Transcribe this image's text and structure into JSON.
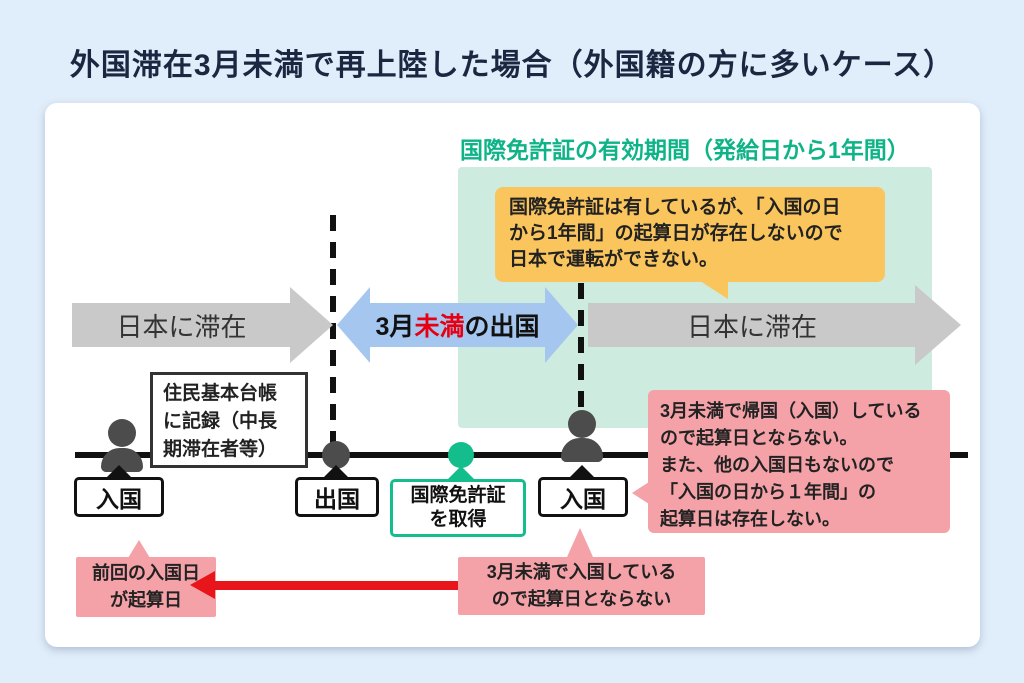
{
  "title": "外国滞在3月未満で再上陸した場合（外国籍の方に多いケース）",
  "validity_period_label": "国際免許証の有効期間（発給日から1年間）",
  "orange_callout": {
    "lines": [
      "国際免許証は有しているが、「入国の日",
      "から1年間」の起算日が存在しないので",
      "日本で運転ができない。"
    ]
  },
  "stay_arrow_left": "日本に滞在",
  "stay_arrow_right": "日本に滞在",
  "departure_arrow": {
    "prefix": "3月",
    "highlight": "未満",
    "suffix": "の出国"
  },
  "resident_register_note": {
    "lines": [
      "住民基本台帳",
      "に記録（中長",
      "期滞在者等）"
    ]
  },
  "timeline_labels": {
    "first_entry": "入国",
    "departure": "出国",
    "license_acquired": {
      "lines": [
        "国際免許証",
        "を取得"
      ]
    },
    "second_entry": "入国"
  },
  "no_start_date_callout": {
    "lines": [
      "3月未満で帰国（入国）している",
      "ので起算日とならない。",
      "また、他の入国日もないので",
      "「入国の日から１年間」の",
      "起算日は存在しない。"
    ]
  },
  "previous_entry_note": {
    "lines": [
      "前回の入国日",
      "が起算日"
    ]
  },
  "reentry_note": {
    "lines": [
      "3月未満で入国している",
      "ので起算日とならない"
    ]
  },
  "colors": {
    "background": "#e0edfa",
    "accent_green": "#0eb487",
    "teal_region": "#cdebdf",
    "orange": "#fbc55e",
    "pink": "#f4a2a8",
    "blue_arrow": "#a5c6ef",
    "gray_arrow": "#c9c9c9",
    "red": "#e60012",
    "icon_gray": "#4c4c4c"
  }
}
